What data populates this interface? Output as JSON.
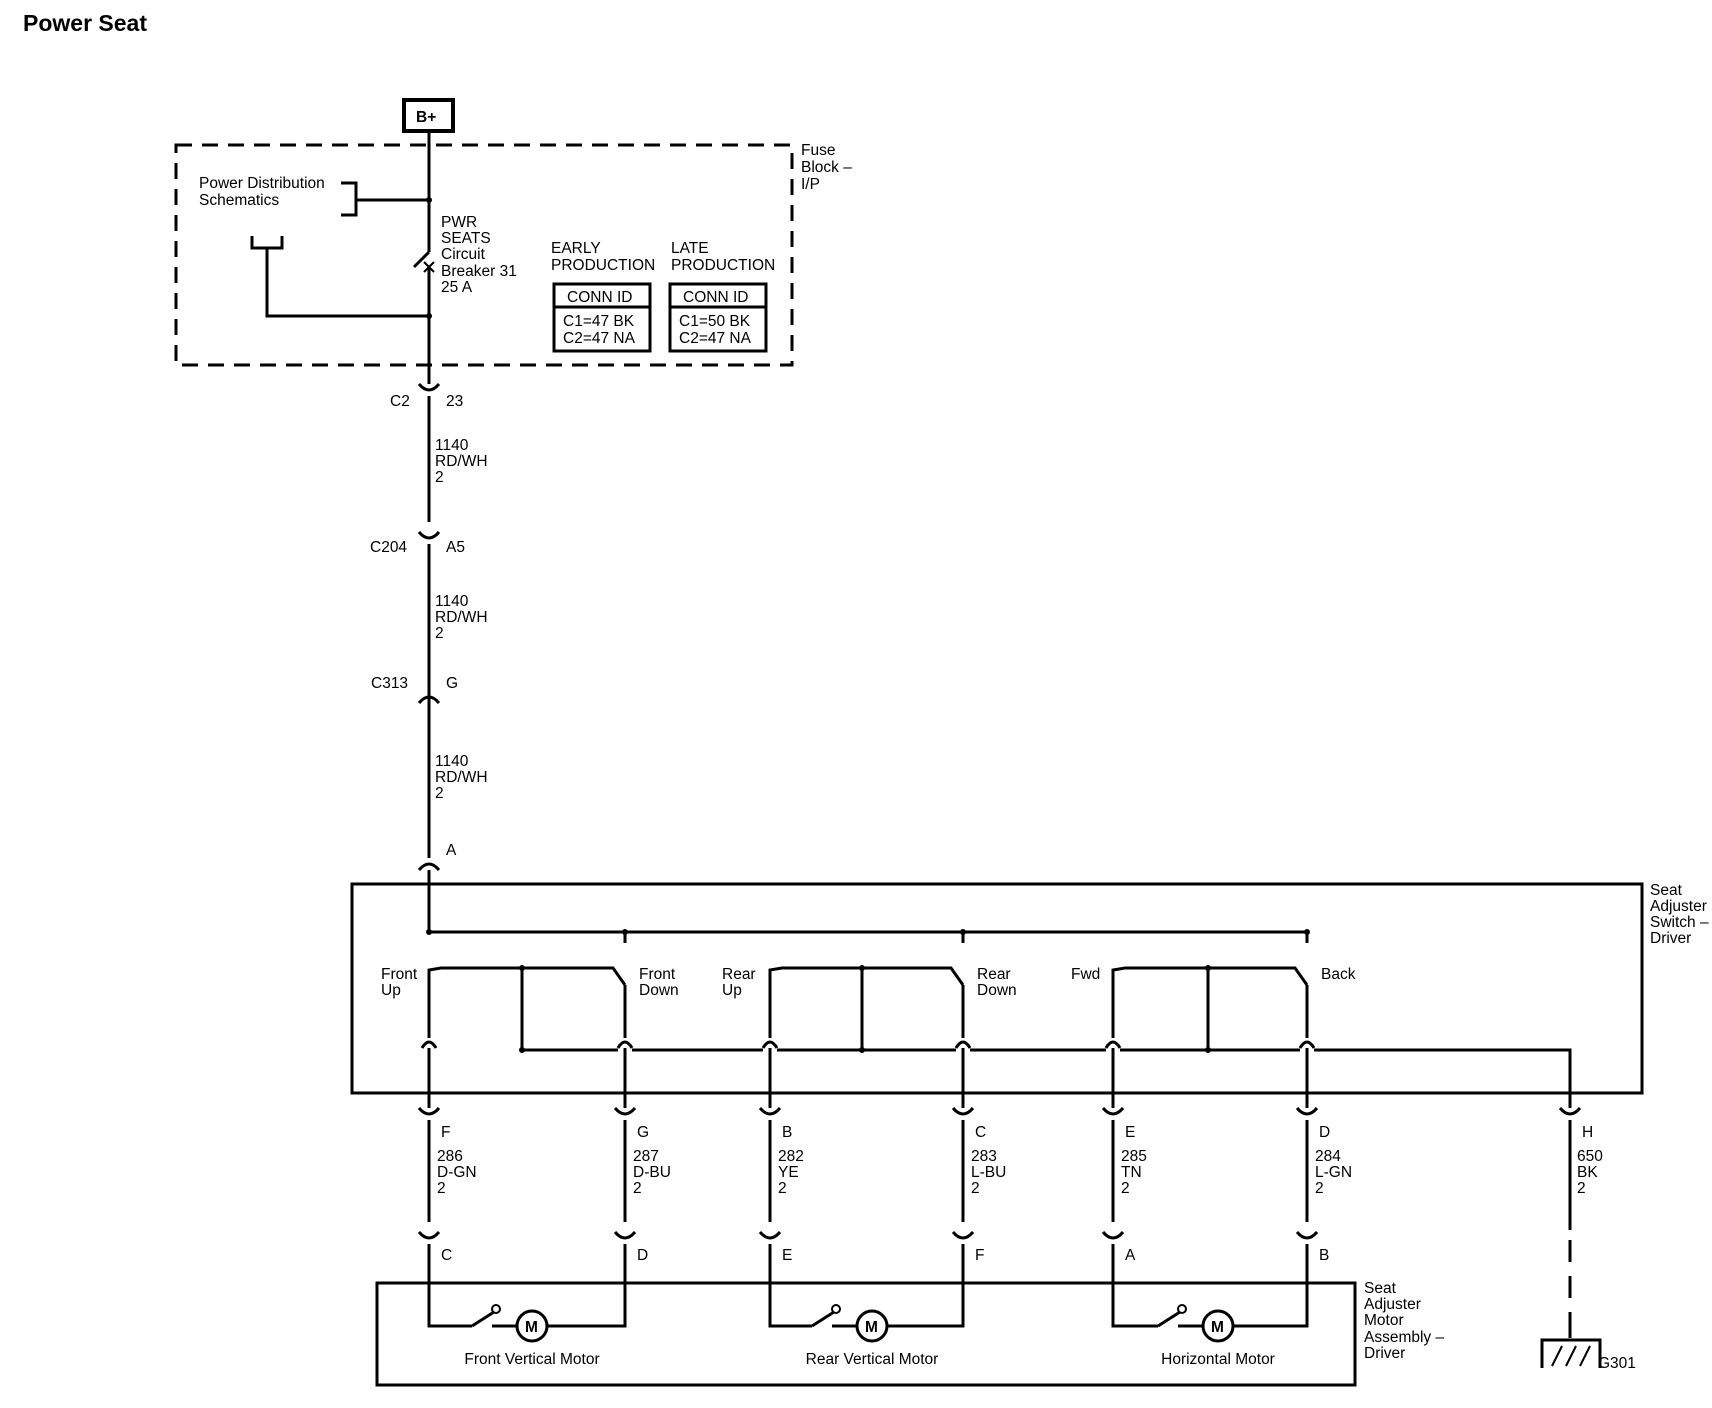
{
  "title": "Power Seat",
  "battery": "B+",
  "fuse_block": {
    "label": [
      "Fuse",
      "Block –",
      "I/P"
    ]
  },
  "power_distribution": [
    "Power Distribution",
    "Schematics"
  ],
  "breaker": [
    "PWR",
    "SEATS",
    "Circuit",
    "Breaker 31",
    "25 A"
  ],
  "conn_tables": [
    {
      "heading": [
        "EARLY",
        "PRODUCTION"
      ],
      "header": "CONN ID",
      "rows": [
        "C1=47 BK",
        "C2=47 NA"
      ]
    },
    {
      "heading": [
        "LATE",
        "PRODUCTION"
      ],
      "header": "CONN ID",
      "rows": [
        "C1=50 BK",
        "C2=47 NA"
      ]
    }
  ],
  "connectors": {
    "c2": {
      "name": "C2",
      "pin": "23"
    },
    "c204": {
      "name": "C204",
      "pin": "A5"
    },
    "c313": {
      "name": "C313",
      "pin": "G"
    },
    "switch_in": {
      "pin": "A"
    }
  },
  "feed_wires": [
    [
      "1140",
      "RD/WH",
      "2"
    ],
    [
      "1140",
      "RD/WH",
      "2"
    ],
    [
      "1140",
      "RD/WH",
      "2"
    ]
  ],
  "switch": {
    "label": [
      "Seat",
      "Adjuster",
      "Switch –",
      "Driver"
    ],
    "contacts": [
      {
        "left": [
          "Front",
          "Up"
        ],
        "right": [
          "Front",
          "Down"
        ]
      },
      {
        "left": [
          "Rear",
          "Up"
        ],
        "right": [
          "Rear",
          "Down"
        ]
      },
      {
        "left": [
          "Fwd"
        ],
        "right": [
          "Back"
        ]
      }
    ]
  },
  "output_wires": [
    {
      "switch_pin": "F",
      "circuit": [
        "286",
        "D-GN",
        "2"
      ],
      "motor_pin": "C"
    },
    {
      "switch_pin": "G",
      "circuit": [
        "287",
        "D-BU",
        "2"
      ],
      "motor_pin": "D"
    },
    {
      "switch_pin": "B",
      "circuit": [
        "282",
        "YE",
        "2"
      ],
      "motor_pin": "E"
    },
    {
      "switch_pin": "C",
      "circuit": [
        "283",
        "L-BU",
        "2"
      ],
      "motor_pin": "F"
    },
    {
      "switch_pin": "E",
      "circuit": [
        "285",
        "TN",
        "2"
      ],
      "motor_pin": "A"
    },
    {
      "switch_pin": "D",
      "circuit": [
        "284",
        "L-GN",
        "2"
      ],
      "motor_pin": "B"
    }
  ],
  "ground_wire": {
    "switch_pin": "H",
    "circuit": [
      "650",
      "BK",
      "2"
    ],
    "ground": "G301"
  },
  "motor_assembly": {
    "label": [
      "Seat",
      "Adjuster",
      "Motor",
      "Assembly –",
      "Driver"
    ],
    "motor_symbol": "M",
    "motors": [
      "Front Vertical Motor",
      "Rear Vertical Motor",
      "Horizontal Motor"
    ]
  }
}
